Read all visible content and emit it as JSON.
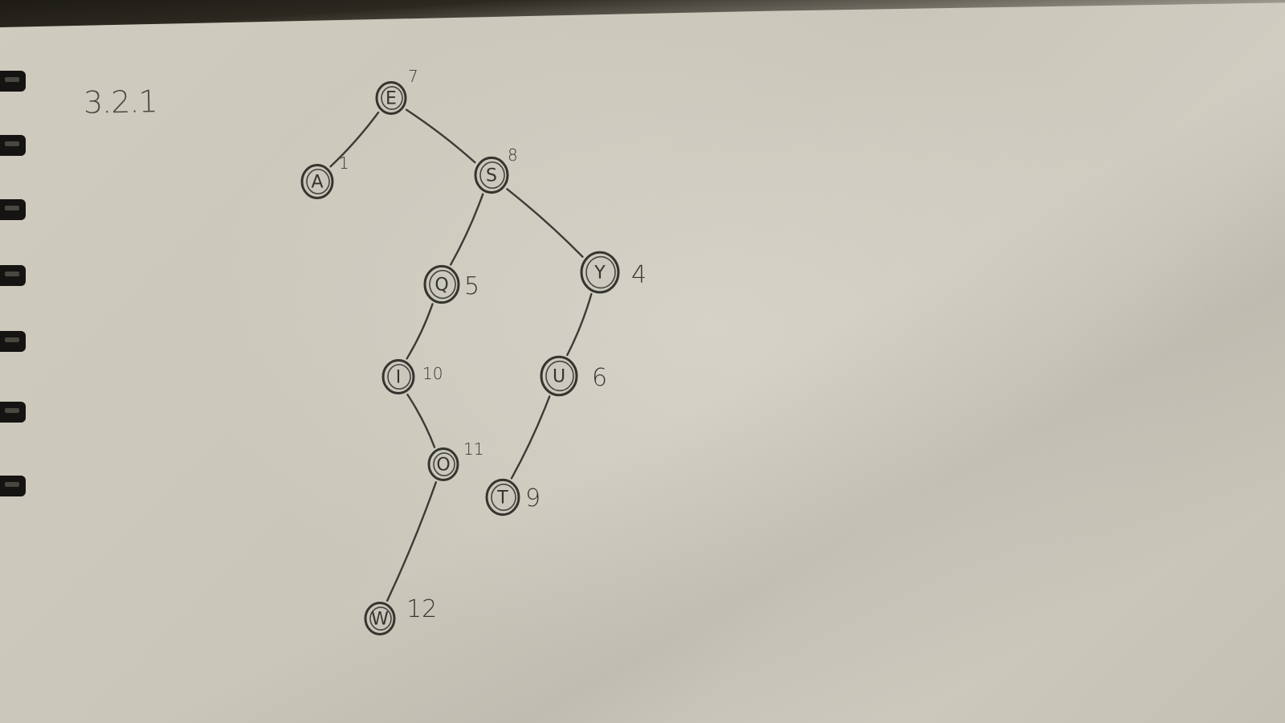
{
  "section_label": "3.2.1",
  "tree": {
    "nodes": [
      {
        "id": "E",
        "letter": "E",
        "order": "7",
        "small": true
      },
      {
        "id": "A",
        "letter": "A",
        "order": "1",
        "small": true
      },
      {
        "id": "S",
        "letter": "S",
        "order": "8",
        "small": true
      },
      {
        "id": "Q",
        "letter": "Q",
        "order": "5",
        "small": false
      },
      {
        "id": "Y",
        "letter": "Y",
        "order": "4",
        "small": false
      },
      {
        "id": "I",
        "letter": "I",
        "order": "10",
        "small": true
      },
      {
        "id": "U",
        "letter": "U",
        "order": "6",
        "small": false
      },
      {
        "id": "O",
        "letter": "O",
        "order": "11",
        "small": true
      },
      {
        "id": "T",
        "letter": "T",
        "order": "9",
        "small": false
      },
      {
        "id": "W",
        "letter": "W",
        "order": "12",
        "small": false
      }
    ],
    "edges": [
      [
        "E",
        "A"
      ],
      [
        "E",
        "S"
      ],
      [
        "S",
        "Q"
      ],
      [
        "S",
        "Y"
      ],
      [
        "Q",
        "I"
      ],
      [
        "I",
        "O"
      ],
      [
        "O",
        "W"
      ],
      [
        "Y",
        "U"
      ],
      [
        "U",
        "T"
      ]
    ]
  }
}
